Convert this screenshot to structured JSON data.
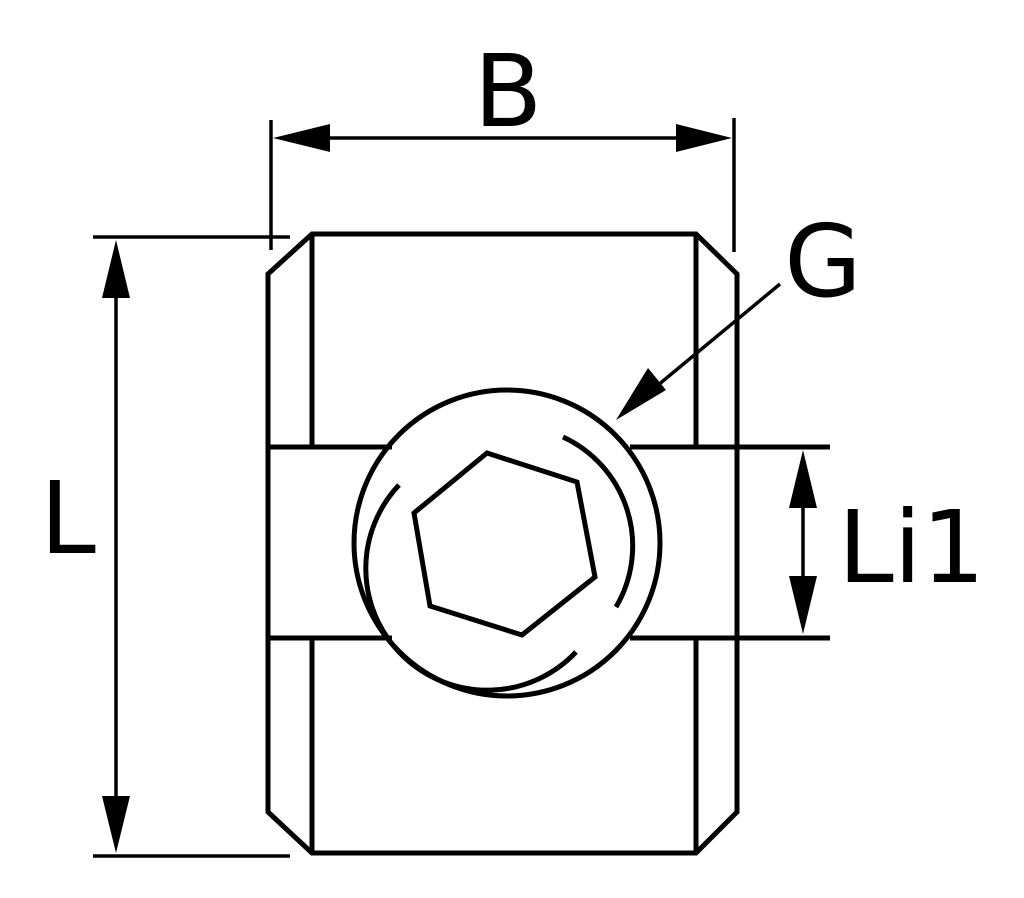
{
  "labels": {
    "width": "B",
    "length": "L",
    "thread": "G",
    "inner_length": "Li1"
  },
  "colors": {
    "stroke": "#000000",
    "background": "#ffffff"
  }
}
